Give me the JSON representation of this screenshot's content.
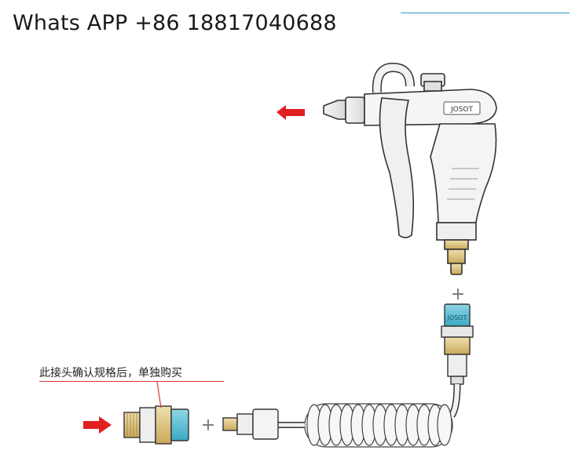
{
  "header": {
    "contact_text": "Whats APP +86 18817040688",
    "rule_color": "#2f98c8"
  },
  "gun": {
    "brand_label": "JOSOT"
  },
  "connector": {
    "brand_label": "JOSOT"
  },
  "note": {
    "text": "此接头确认规格后，单独购买",
    "underline_color": "#d83a3a"
  },
  "arrows": {
    "color": "#e02020"
  },
  "plus_signs": [
    "+",
    "+"
  ]
}
